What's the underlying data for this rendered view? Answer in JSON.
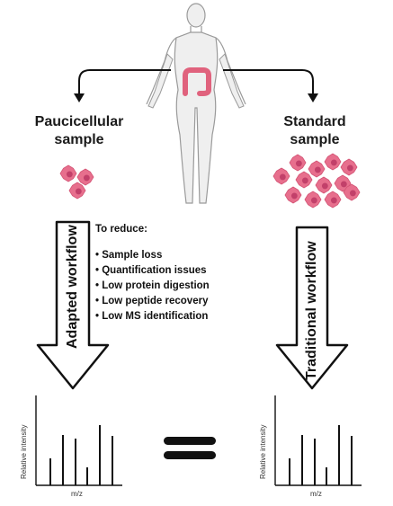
{
  "left_title": [
    "Paucicellular",
    "sample"
  ],
  "right_title": [
    "Standard",
    "sample"
  ],
  "reduce": {
    "heading": "To reduce:",
    "items": [
      "Sample loss",
      "Quantification issues",
      "Low protein digestion",
      "Low peptide recovery",
      "Low MS identification"
    ]
  },
  "left_arrow_label": "Adapted workflow",
  "right_arrow_label": "Traditional workflow",
  "spectra": {
    "ylabel": "Relative intensity",
    "xlabel": "m/z",
    "peaks": [
      0.3,
      0.56,
      0.52,
      0.2,
      0.67,
      0.55
    ]
  },
  "colors": {
    "cell_fill": "#e76f8d",
    "cell_nucleus": "#c2406a",
    "colon": "#e0627d",
    "body_fill": "#efefef",
    "body_stroke": "#9a9a9a",
    "arrow_stroke": "#111111"
  },
  "icons": {
    "human": "human-body-icon",
    "colon": "colon-icon",
    "cell": "cell-icon",
    "equals": "equals-sign"
  }
}
